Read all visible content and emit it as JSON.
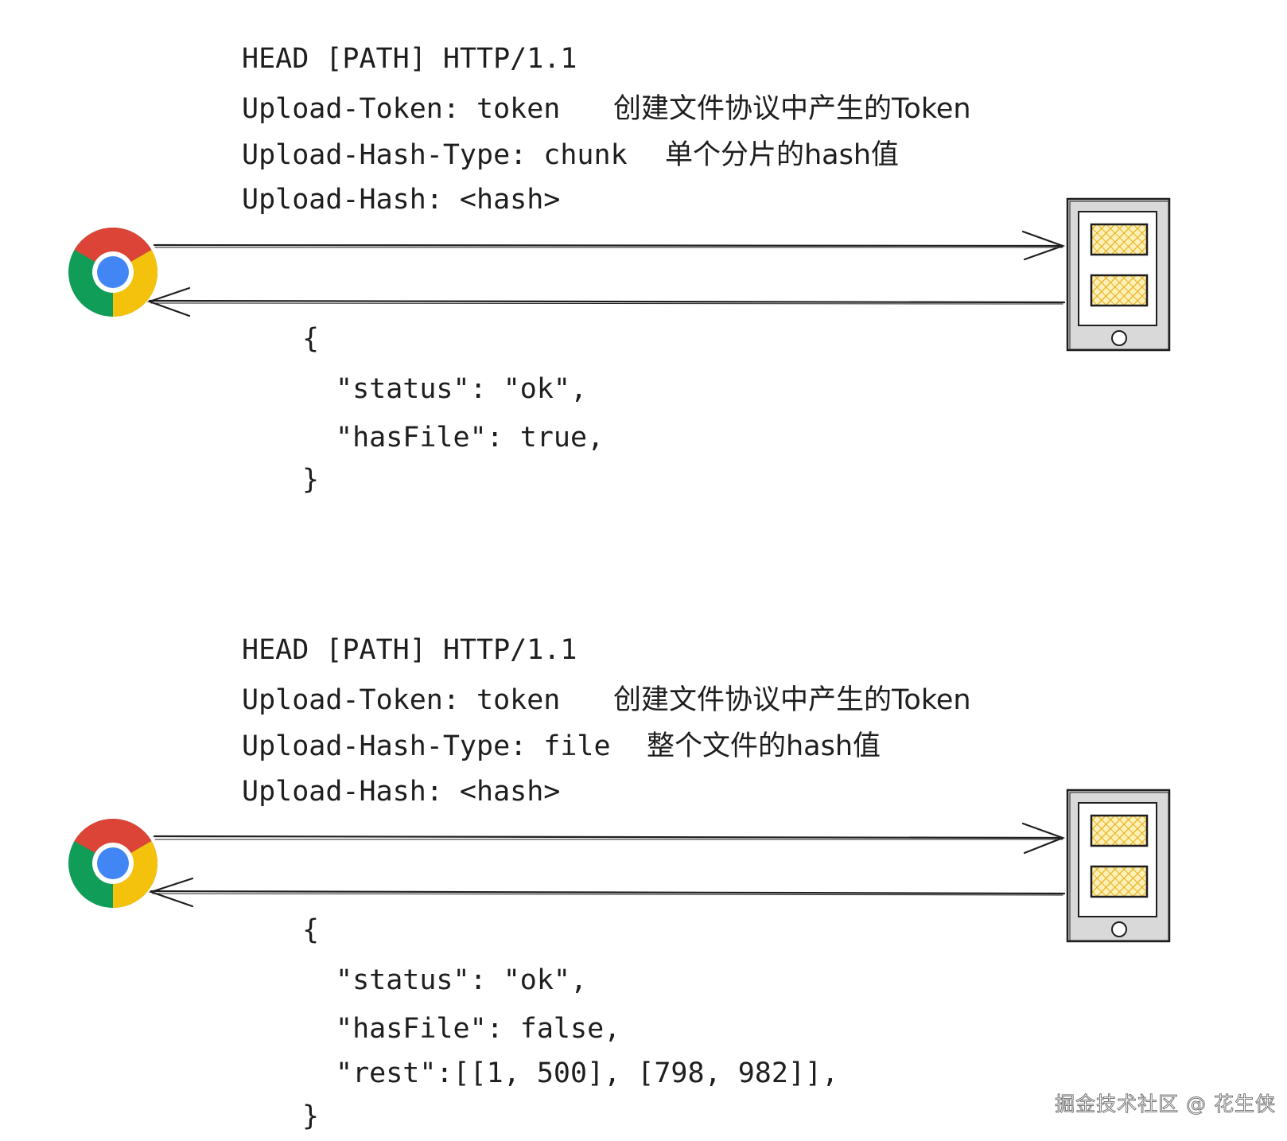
{
  "diagram_1": {
    "request_line": "HEAD [PATH] HTTP/1.1",
    "headers": [
      {
        "text": "Upload-Token: token",
        "note": "创建文件协议中产生的Token"
      },
      {
        "text": "Upload-Hash-Type: chunk",
        "note": "单个分片的hash值"
      },
      {
        "text": "Upload-Hash: <hash>",
        "note": ""
      }
    ],
    "response": [
      "{",
      "\"status\": \"ok\",",
      "\"hasFile\": true,",
      "}"
    ]
  },
  "diagram_2": {
    "request_line": "HEAD [PATH] HTTP/1.1",
    "headers": [
      {
        "text": "Upload-Token: token",
        "note": "创建文件协议中产生的Token"
      },
      {
        "text": "Upload-Hash-Type: file",
        "note": "整个文件的hash值"
      },
      {
        "text": "Upload-Hash: <hash>",
        "note": ""
      }
    ],
    "response": [
      "{",
      "\"status\": \"ok\",",
      "\"hasFile\": false,",
      "\"rest\":[[1, 500], [798, 982]],",
      "}"
    ]
  },
  "watermark": "掘金技术社区 @ 花生侠",
  "icons": {
    "client": "chrome-browser-icon",
    "server": "tablet-server-icon"
  },
  "colors": {
    "text": "#1e1e1e",
    "chrome_red": "#DB4437",
    "chrome_yellow": "#F4C20D",
    "chrome_green": "#0F9D58",
    "chrome_blue": "#4285F4",
    "device_fill": "#d9d9d9",
    "screen_block": "#f5c542"
  }
}
